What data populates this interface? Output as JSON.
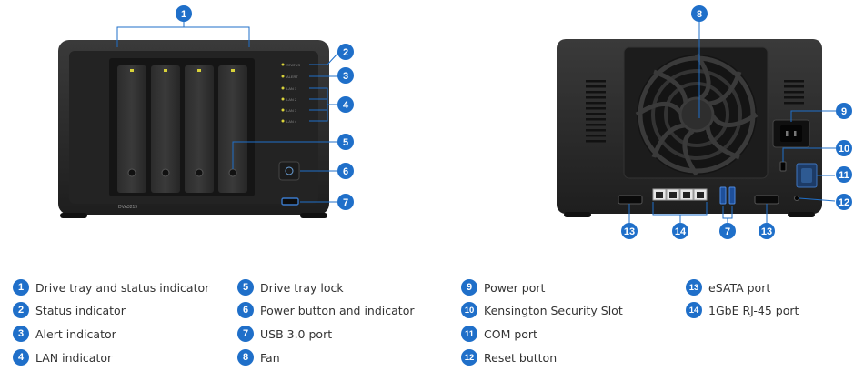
{
  "model_label": "DVA3219",
  "front_led_labels": [
    "STATUS",
    "ALERT",
    "LAN 1",
    "LAN 2",
    "LAN 3",
    "LAN 4"
  ],
  "callouts": {
    "c1": "1",
    "c2": "2",
    "c3": "3",
    "c4": "4",
    "c5": "5",
    "c6": "6",
    "c7": "7",
    "c8": "8",
    "c9": "9",
    "c10": "10",
    "c11": "11",
    "c12": "12",
    "c13a": "13",
    "c14": "14",
    "c7b": "7",
    "c13b": "13"
  },
  "legend": [
    {
      "num": "1",
      "label": "Drive tray and status indicator"
    },
    {
      "num": "2",
      "label": "Status indicator"
    },
    {
      "num": "3",
      "label": "Alert indicator"
    },
    {
      "num": "4",
      "label": "LAN indicator"
    },
    {
      "num": "5",
      "label": "Drive tray lock"
    },
    {
      "num": "6",
      "label": "Power button and indicator"
    },
    {
      "num": "7",
      "label": "USB 3.0 port"
    },
    {
      "num": "8",
      "label": "Fan"
    },
    {
      "num": "9",
      "label": "Power port"
    },
    {
      "num": "10",
      "label": "Kensington Security Slot"
    },
    {
      "num": "11",
      "label": "COM port"
    },
    {
      "num": "12",
      "label": "Reset button"
    },
    {
      "num": "13",
      "label": "eSATA port"
    },
    {
      "num": "14",
      "label": "1GbE RJ-45 port"
    }
  ],
  "colors": {
    "callout": "#1f6fc9",
    "chassis": "#2a2a2a",
    "led": "#d8d23a"
  }
}
